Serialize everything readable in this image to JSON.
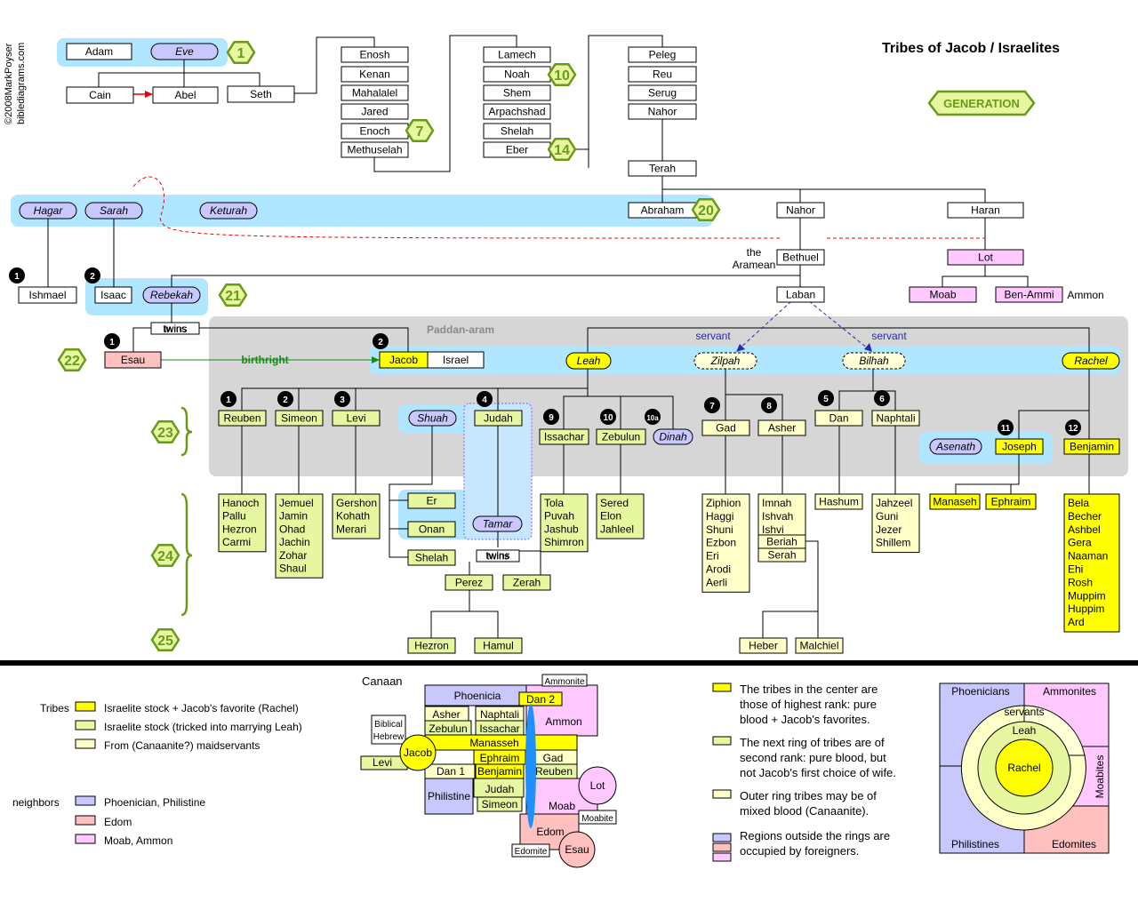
{
  "title": "Tribes of Jacob / Israelites",
  "copyright": "©2008MarkPoyser",
  "site": "biblediagrams.com",
  "generation_label": "GENERATION",
  "colors": {
    "blue": "#b0e6ff",
    "gray": "#d6d6d6",
    "yellow": "#ffff00",
    "green": "#e6f7a0",
    "cream": "#ffffc8",
    "pink": "#ffc0c0",
    "magenta": "#ffc8ff",
    "lavender": "#c8c8ff",
    "gen_green": "#6a9a1a"
  },
  "region_labels": {
    "paddan_aram": "Paddan-aram"
  },
  "people": {
    "adam": "Adam",
    "eve": "Eve",
    "cain": "Cain",
    "abel": "Abel",
    "seth": "Seth",
    "enosh": "Enosh",
    "kenan": "Kenan",
    "mahalalel": "Mahalalel",
    "jared": "Jared",
    "enoch": "Enoch",
    "methuselah": "Methuselah",
    "lamech": "Lamech",
    "noah": "Noah",
    "shem": "Shem",
    "arpachshad": "Arpachshad",
    "shelah0": "Shelah",
    "eber": "Eber",
    "peleg": "Peleg",
    "reu": "Reu",
    "serug": "Serug",
    "nahor0": "Nahor",
    "terah": "Terah",
    "hagar": "Hagar",
    "sarah": "Sarah",
    "keturah": "Keturah",
    "abraham": "Abraham",
    "nahor": "Nahor",
    "haran": "Haran",
    "bethuel": "Bethuel",
    "lot": "Lot",
    "ishmael": "Ishmael",
    "isaac": "Isaac",
    "rebekah": "Rebekah",
    "laban": "Laban",
    "moab": "Moab",
    "benammi": "Ben-Ammi",
    "esau": "Esau",
    "jacob": "Jacob",
    "israel": "Israel",
    "leah": "Leah",
    "zilpah": "Zilpah",
    "bilhah": "Bilhah",
    "rachel": "Rachel",
    "reuben": "Reuben",
    "simeon": "Simeon",
    "levi": "Levi",
    "shuah": "Shuah",
    "judah": "Judah",
    "issachar": "Issachar",
    "zebulun": "Zebulun",
    "dinah": "Dinah",
    "gad": "Gad",
    "asher": "Asher",
    "dan": "Dan",
    "naphtali": "Naphtali",
    "asenath": "Asenath",
    "joseph": "Joseph",
    "benjamin": "Benjamin",
    "er": "Er",
    "onan": "Onan",
    "shelah": "Shelah",
    "tamar": "Tamar",
    "perez": "Perez",
    "zerah": "Zerah",
    "hezron": "Hezron",
    "hamul": "Hamul",
    "manaseh": "Manaseh",
    "ephraim": "Ephraim",
    "hashum": "Hashum",
    "heber": "Heber",
    "malchiel": "Malchiel",
    "beriah": "Beriah",
    "serah": "Serah"
  },
  "text": {
    "twins": "twins",
    "birthright": "birthright",
    "servant": "servant",
    "the": "the",
    "aramean": "Aramean",
    "ammon": "Ammon"
  },
  "generations": {
    "g1": "1",
    "g7": "7",
    "g10": "10",
    "g14": "14",
    "g20": "20",
    "g21": "21",
    "g22": "22",
    "g23": "23",
    "g24": "24",
    "g25": "25"
  },
  "order": {
    "o1": "1",
    "o2": "2",
    "o5": "5",
    "o6": "6",
    "o7": "7",
    "o8": "8",
    "o9": "9",
    "o10": "10",
    "o10a": "10a",
    "o11": "11",
    "o12": "12",
    "o3": "3",
    "o4": "4"
  },
  "sons": {
    "reuben": [
      "Hanoch",
      "Pallu",
      "Hezron",
      "Carmi"
    ],
    "simeon": [
      "Jemuel",
      "Jamin",
      "Ohad",
      "Jachin",
      "Zohar",
      "Shaul"
    ],
    "levi": [
      "Gershon",
      "Kohath",
      "Merari"
    ],
    "issachar": [
      "Tola",
      "Puvah",
      "Jashub",
      "Shimron"
    ],
    "zebulun": [
      "Sered",
      "Elon",
      "Jahleel"
    ],
    "gad": [
      "Ziphion",
      "Haggi",
      "Shuni",
      "Ezbon",
      "Eri",
      "Arodi",
      "Aerli"
    ],
    "asher": [
      "Imnah",
      "Ishvah",
      "Ishvi"
    ],
    "naphtali": [
      "Jahzeel",
      "Guni",
      "Jezer",
      "Shillem"
    ],
    "benjamin": [
      "Bela",
      "Becher",
      "Ashbel",
      "Gera",
      "Naaman",
      "Ehi",
      "Rosh",
      "Muppim",
      "Huppim",
      "Ard"
    ]
  },
  "legend": {
    "tribes": "Tribes",
    "t1": "Israelite stock + Jacob's favorite (Rachel)",
    "t2": "Israelite stock (tricked into marrying Leah)",
    "t3": "From (Canaanite?) maidservants",
    "neighbors": "neighbors",
    "n1": "Phoenician, Philistine",
    "n2": "Edom",
    "n3": "Moab, Ammon"
  },
  "map": {
    "canaan": "Canaan",
    "ammonite": "Ammonite",
    "phoenicia": "Phoenicia",
    "dan2": "Dan 2",
    "asher": "Asher",
    "naphtali": "Naphtali",
    "ammon": "Ammon",
    "biblical": "Biblical",
    "hebrew": "Hebrew",
    "zebulun": "Zebulun",
    "issachar": "Issachar",
    "manasseh": "Manasseh",
    "levi": "Levi",
    "jacob": "Jacob",
    "ephraim": "Ephraim",
    "gad": "Gad",
    "dan1": "Dan 1",
    "benjamin": "Benjamin",
    "reuben": "Reuben",
    "philistine": "Philistine",
    "judah": "Judah",
    "simeon": "Simeon",
    "lot": "Lot",
    "moab": "Moab",
    "moabite": "Moabite",
    "edom": "Edom",
    "edomite": "Edomite",
    "esau": "Esau"
  },
  "notes": {
    "n1": [
      "The tribes in the center are",
      "those of highest rank: pure",
      "blood + Jacob's favorites."
    ],
    "n2": [
      "The next ring of tribes are of",
      "second rank: pure blood, but",
      "not Jacob's first choice of wife."
    ],
    "n3": [
      "Outer ring tribes may be of",
      "mixed blood (Canaanite)."
    ],
    "n4": [
      "Regions outside the rings are",
      "occupied by foreigners."
    ]
  },
  "rings": {
    "phoenicians": "Phoenicians",
    "ammonites": "Ammonites",
    "servants": "servants",
    "leah": "Leah",
    "rachel": "Rachel",
    "moabites": "Moabites",
    "philistines": "Philistines",
    "edomites": "Edomites"
  }
}
